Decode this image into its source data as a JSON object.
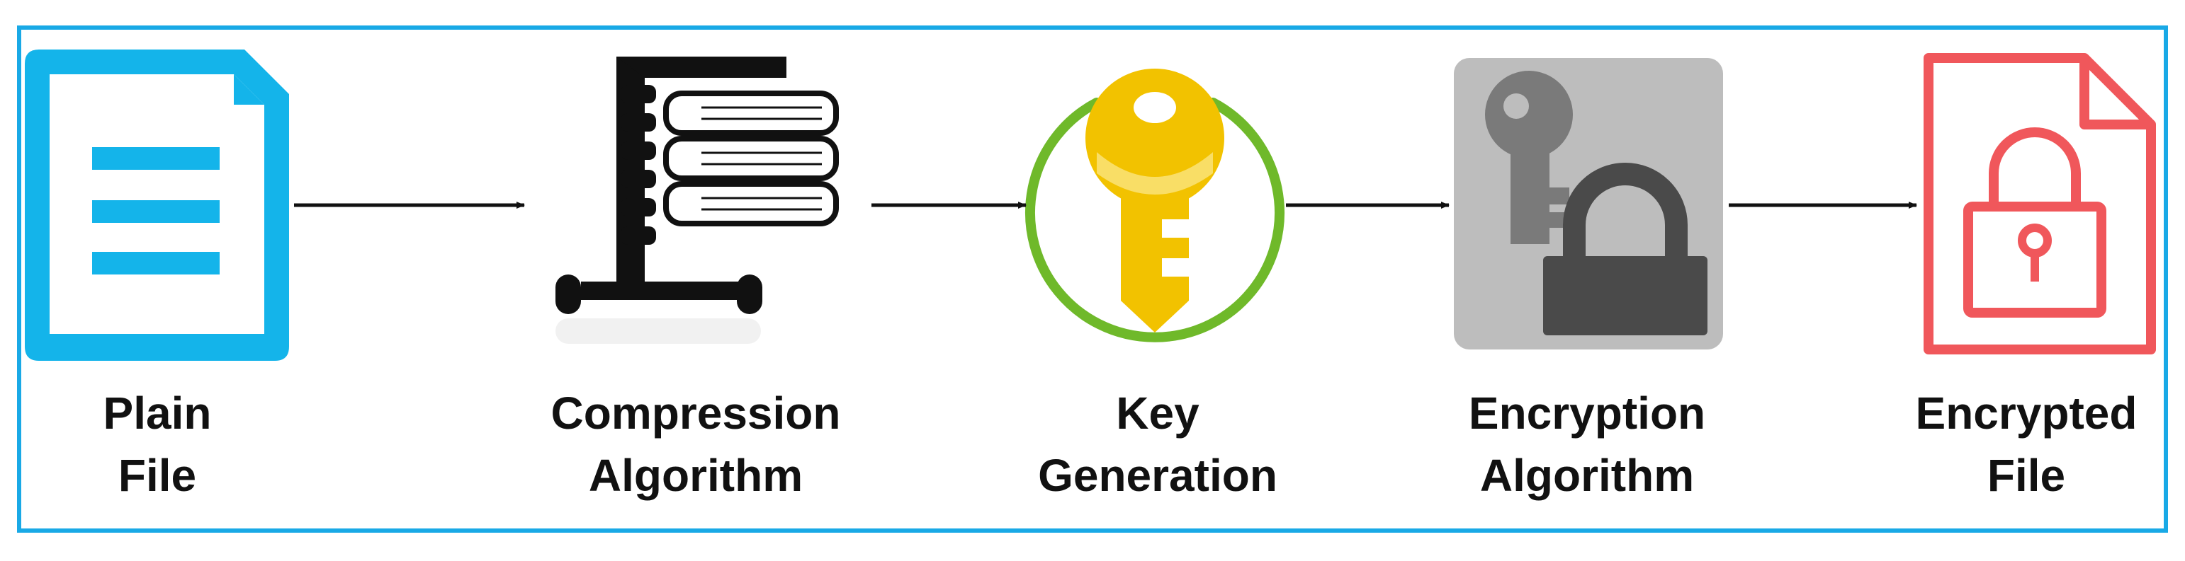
{
  "diagram": {
    "type": "flow",
    "steps": [
      {
        "id": "plain_file",
        "line1": "Plain",
        "line2": "File",
        "icon": "document-icon"
      },
      {
        "id": "compression",
        "line1": "Compression",
        "line2": "Algorithm",
        "icon": "clamp-books-icon"
      },
      {
        "id": "key_generation",
        "line1": "Key",
        "line2": "Generation",
        "icon": "key-icon"
      },
      {
        "id": "encryption",
        "line1": "Encryption",
        "line2": "Algorithm",
        "icon": "key-lock-icon"
      },
      {
        "id": "encrypted_file",
        "line1": "Encrypted",
        "line2": "File",
        "icon": "locked-file-icon"
      }
    ],
    "edges": [
      {
        "from": "plain_file",
        "to": "compression"
      },
      {
        "from": "compression",
        "to": "key_generation"
      },
      {
        "from": "key_generation",
        "to": "encryption"
      },
      {
        "from": "encryption",
        "to": "encrypted_file"
      }
    ]
  },
  "colors": {
    "frame": "#19a9e6",
    "document": "#14b4ea",
    "key_gold": "#f2c200",
    "ring_green": "#6fb92a",
    "lock_panel": "#bdbdbd",
    "lock_dark": "#4a4a4a",
    "locked_file": "#f0575b",
    "arrow": "#111111"
  }
}
